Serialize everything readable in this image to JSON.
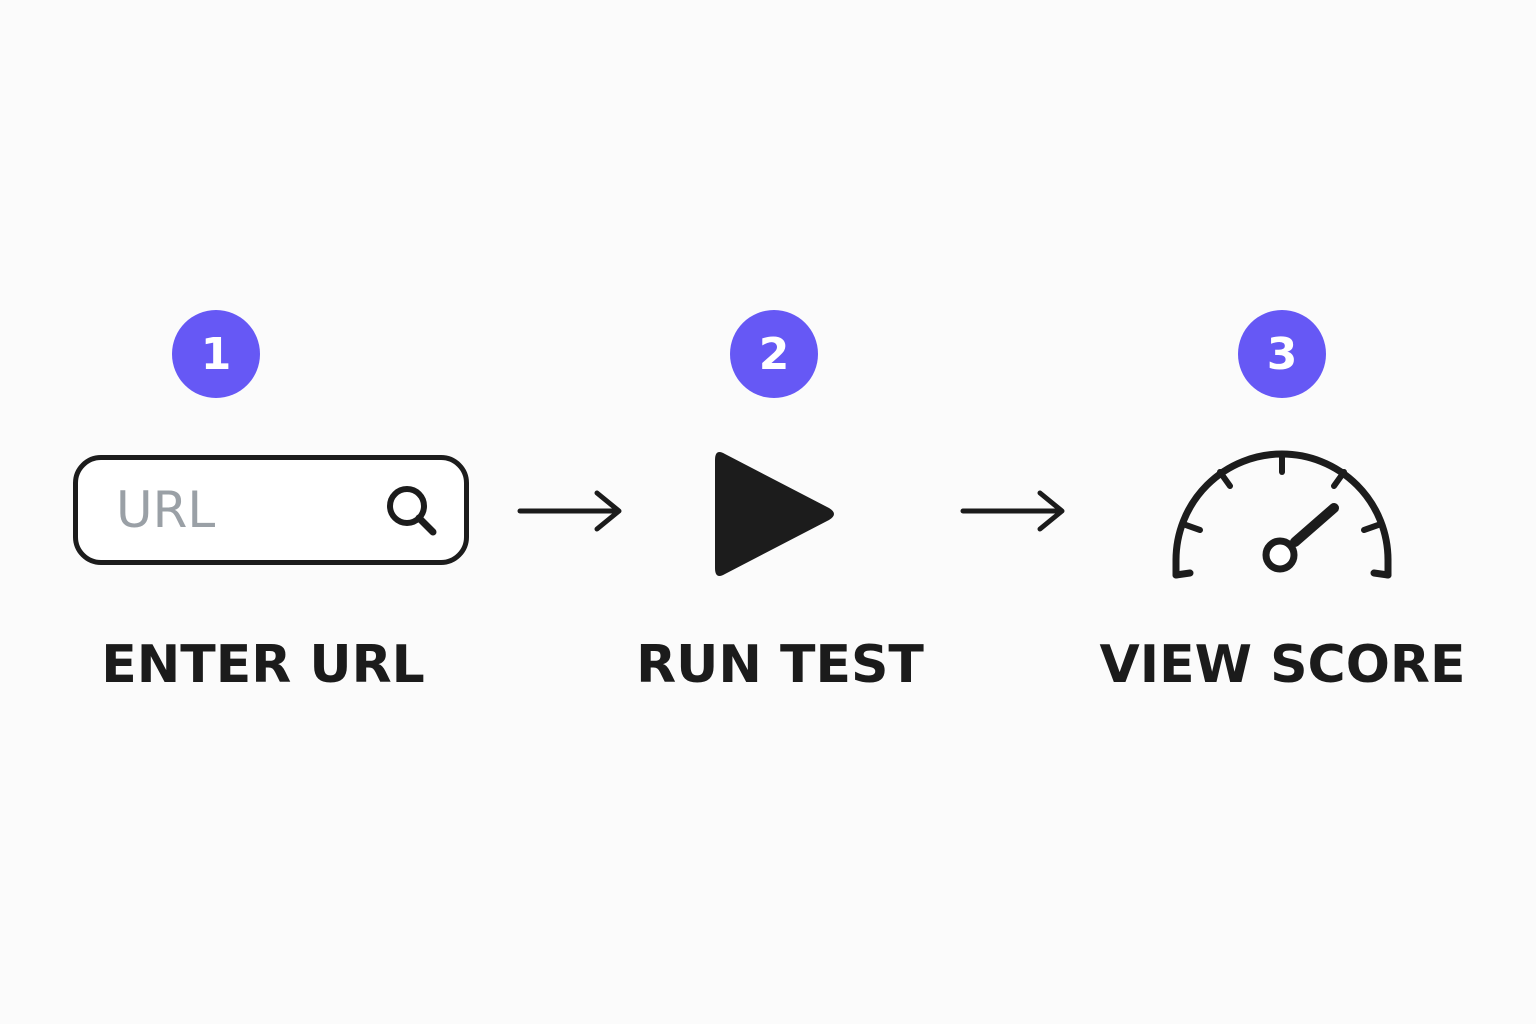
{
  "steps": [
    {
      "number": "1",
      "label": "ENTER URL",
      "icon": "search-bar-icon"
    },
    {
      "number": "2",
      "label": "RUN TEST",
      "icon": "play-icon"
    },
    {
      "number": "3",
      "label": "VIEW SCORE",
      "icon": "gauge-icon"
    }
  ],
  "url_field": {
    "placeholder": "URL",
    "icon": "search-icon"
  },
  "connectors": [
    "arrow-right-icon",
    "arrow-right-icon"
  ],
  "colors": {
    "accent": "#6658f5",
    "ink": "#1b1b1b",
    "placeholder": "#9aa0a6",
    "background": "#fbfbfb"
  }
}
